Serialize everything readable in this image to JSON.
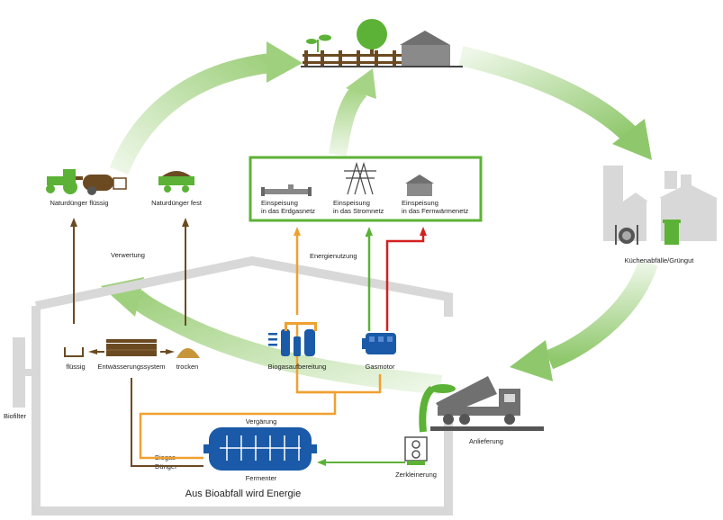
{
  "colors": {
    "green": "#5cb236",
    "green_light": "#d6ecc8",
    "brown": "#6b4a22",
    "orange": "#f0a030",
    "red": "#d42020",
    "blue": "#1a5aa8",
    "gray_building": "#d8d8d8",
    "gray_dark": "#707070"
  },
  "labels": {
    "liquid_fertilizer": "Naturdünger flüssig",
    "solid_fertilizer": "Naturdünger fest",
    "utilization": "Verwertung",
    "energy_use": "Energienutzung",
    "gas_grid_1": "Einspeisung",
    "gas_grid_2": "in das Erdgasnetz",
    "power_grid_1": "Einspeisung",
    "power_grid_2": "in das Stromnetz",
    "heat_grid_1": "Einspeisung",
    "heat_grid_2": "in das Fernwärmenetz",
    "kitchen_waste": "Küchenabfälle/Grüngut",
    "delivery": "Anlieferung",
    "shredding": "Zerkleinerung",
    "fermentation": "Vergärung",
    "fermenter": "Fermenter",
    "biogas": "Biogas",
    "fertilizer": "Dünger",
    "liquid": "flüssig",
    "dewatering": "Entwässerungssystem",
    "dry": "trocken",
    "biogas_processing": "Biogasaufbereitung",
    "gas_engine": "Gasmotor",
    "biofilter": "Biofilter",
    "main_title": "Aus Bioabfall wird Energie"
  },
  "icons": [
    "tractor-icon",
    "trailer-icon",
    "fence-icon",
    "tree-icon",
    "house-icon",
    "pipeline-icon",
    "power-pylon-icon",
    "small-house-icon",
    "factory-icon",
    "plate-cutlery-icon",
    "bin-icon",
    "dump-truck-icon",
    "shredder-icon",
    "fermenter-icon",
    "gas-cleaner-icon",
    "engine-icon"
  ]
}
